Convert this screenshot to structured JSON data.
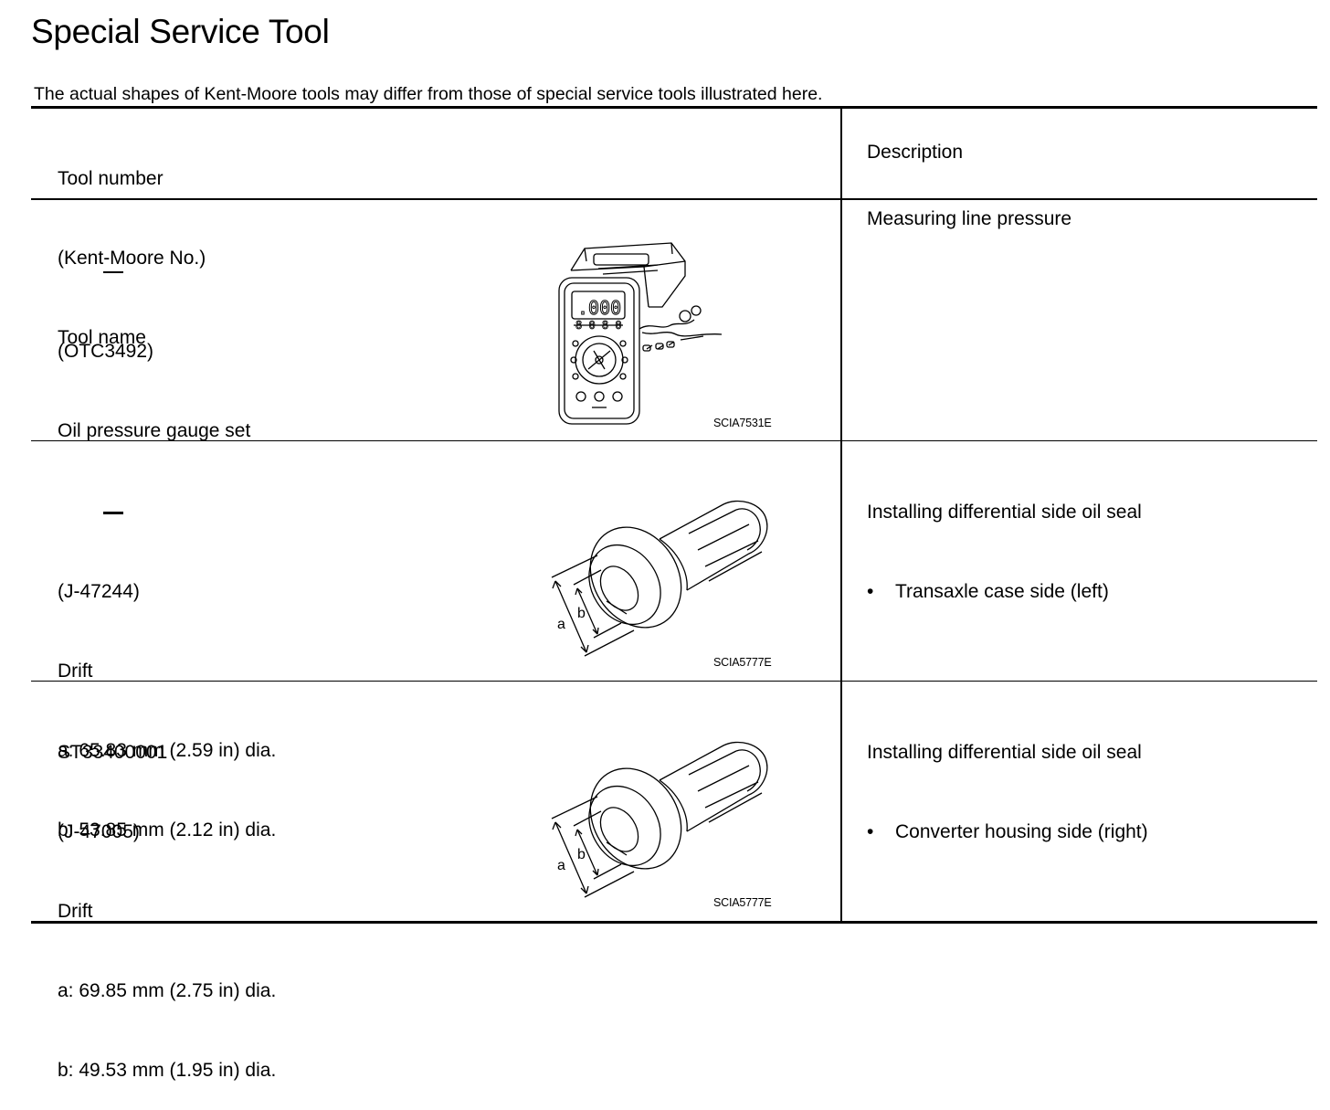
{
  "page": {
    "title": "Special Service Tool",
    "note": "The actual shapes of Kent-Moore tools may differ from those of special service tools illustrated here."
  },
  "table": {
    "headers": {
      "tool_col": [
        "Tool number",
        "(Kent-Moore No.)",
        "Tool name"
      ],
      "description": "Description"
    },
    "rows": [
      {
        "tool_number": "—",
        "kent_moore_no": "(OTC3492)",
        "tool_name": "Oil pressure gauge set",
        "dims": [],
        "image_code": "SCIA7531E",
        "illustration_icon": "oil-pressure-gauge-set-icon",
        "description": "Measuring line pressure",
        "bullets": []
      },
      {
        "tool_number": "—",
        "kent_moore_no": "(J-47244)",
        "tool_name": "Drift",
        "dims": [
          "a: 65.83 mm (2.59 in) dia.",
          "b: 53.85 mm (2.12 in) dia."
        ],
        "image_code": "SCIA5777E",
        "illustration_icon": "drift-icon",
        "dim_label_a": "a",
        "dim_label_b": "b",
        "description": "Installing differential side oil seal",
        "bullets": [
          "Transaxle case side (left)"
        ]
      },
      {
        "tool_number": "ST33400001",
        "kent_moore_no": "(J-47005)",
        "tool_name": "Drift",
        "dims": [
          "a: 69.85 mm (2.75 in) dia.",
          "b: 49.53 mm (1.95 in) dia."
        ],
        "image_code": "SCIA5777E",
        "illustration_icon": "drift-icon",
        "dim_label_a": "a",
        "dim_label_b": "b",
        "description": "Installing differential side oil seal",
        "bullets": [
          "Converter housing side (right)"
        ]
      }
    ]
  },
  "bullet_char": "•"
}
